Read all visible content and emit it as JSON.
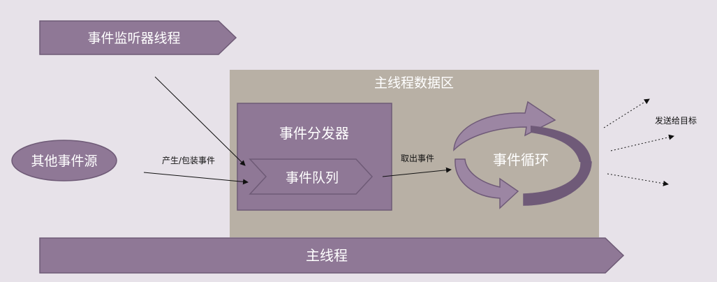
{
  "nodes": {
    "listener_thread": "事件监听器线程",
    "data_area_title": "主线程数据区",
    "dispatcher": "事件分发器",
    "queue": "事件队列",
    "other_sources": "其他事件源",
    "event_loop": "事件循环",
    "main_thread": "主线程"
  },
  "edges": {
    "produce_wrap": "产生/包装事件",
    "take_event": "取出事件",
    "send_to_target": "发送给目标"
  },
  "colors": {
    "background": "#e7e2e9",
    "purple_fill": "#8f7896",
    "purple_border": "#6e5a76",
    "data_area_fill": "#b8b0a5",
    "loop_light": "#9c86a3",
    "loop_dark": "#6f5a78"
  }
}
